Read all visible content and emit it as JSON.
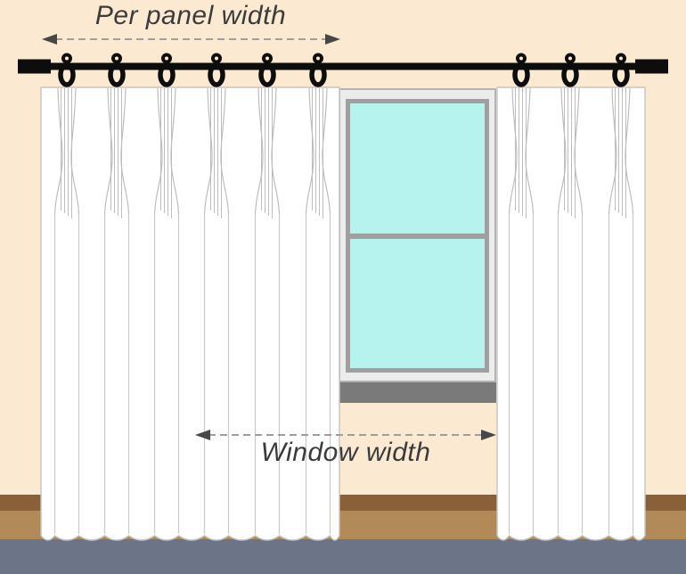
{
  "scene": {
    "description": "Curtain and window measurement diagram",
    "labels": {
      "per_panel_width": "Per panel width",
      "window_width": "Window width"
    },
    "curtains": {
      "panels": 2,
      "left_panel_rings": 6,
      "right_panel_rings": 3
    },
    "window": {
      "panes": 2
    },
    "colors": {
      "wall": "#fce9d1",
      "curtain": "#ffffff",
      "curtain_outline": "#c4c4c4",
      "curtain_fold_line": "#c9c9c9",
      "rod": "#0d0d0d",
      "glass": "#b6f3ef",
      "window_frame": "#ececec",
      "window_frame_border": "#b3b3b3",
      "window_sash": "#9f9f9f",
      "window_sill": "#7a7a7a",
      "baseboard_top": "#8a6038",
      "baseboard": "#b18a58",
      "floor": "#6c7588",
      "arrow_dash": "#9e9e9e",
      "arrow_head": "#474747",
      "label_text": "#3b3b3b"
    }
  }
}
